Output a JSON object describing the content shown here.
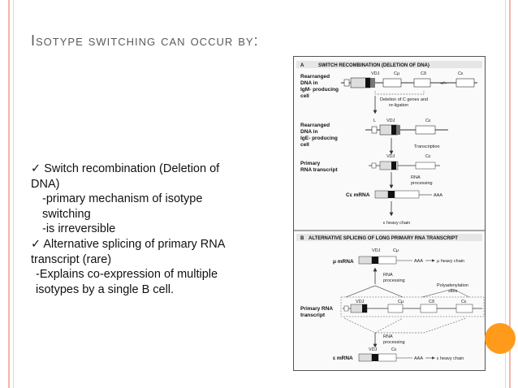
{
  "slide": {
    "title": "Isotype switching can occur by:"
  },
  "bullets": [
    {
      "check": "✓",
      "text": "Switch recombination (Deletion of DNA)"
    },
    {
      "text": "-primary mechanism of isotype switching"
    },
    {
      "text": "-is irreversible"
    },
    {
      "check": "✓",
      "text": "Alternative splicing of primary RNA transcript (rare)"
    },
    {
      "text": "-Explains co-expression of multiple isotypes by a single B cell."
    }
  ],
  "figure": {
    "panel_a": {
      "letter": "A",
      "header": "SWITCH RECOMBINATION (DELETION OF DNA)",
      "row1_label": [
        "Rearranged",
        "DNA in",
        "IgM- producing",
        "cell"
      ],
      "row1_genes": {
        "vdj": "VDJ",
        "cmu": "Cμ",
        "cdelta": "Cδ",
        "cepsilon": "Cε"
      },
      "deletion_note": [
        "Deletion of C genes and",
        "re-ligation"
      ],
      "row2_label": [
        "Rearranged",
        "DNA in",
        "IgE- producing",
        "cell"
      ],
      "row2_genes": {
        "l": "L",
        "vdj": "VDJ",
        "cepsilon": "Cε"
      },
      "transcription": "Transcription",
      "row3_label": [
        "Primary",
        "RNA transcript"
      ],
      "row3_genes": {
        "vdj": "VDJ",
        "cepsilon": "Cε"
      },
      "rna_processing": [
        "RNA",
        "processing"
      ],
      "mrna_label": "Cε mRNA",
      "aaa": "AAA",
      "heavy_chain": "ε heavy chain"
    },
    "panel_b": {
      "letter": "B",
      "header": "ALTERNATIVE SPLICING OF LONG PRIMARY RNA TRANSCRIPT",
      "mu_vdj": "VDJ",
      "mu_cmu": "Cμ",
      "mu_mrna": "μ mRNA",
      "mu_aaa": "AAA",
      "mu_heavy": "μ heavy chain",
      "rna_processing_top": [
        "RNA",
        "processing"
      ],
      "polyadenylation": [
        "Polyadenylation",
        "sites"
      ],
      "primary_label": [
        "Primary RNA",
        "transcript"
      ],
      "primary_genes": {
        "vdj": "VDJ",
        "cmu": "Cμ",
        "cdelta": "Cδ",
        "cepsilon": "Cε"
      },
      "rna_processing_bottom": [
        "RNA",
        "processing"
      ],
      "e_vdj": "VDJ",
      "e_ce": "Cε",
      "e_mrna": "ε mRNA",
      "e_aaa": "AAA",
      "e_heavy": "ε heavy chain"
    }
  },
  "colors": {
    "frame": "#f2b6a9",
    "accent_circle": "#ff9a1a",
    "title": "#5a5a5a"
  }
}
